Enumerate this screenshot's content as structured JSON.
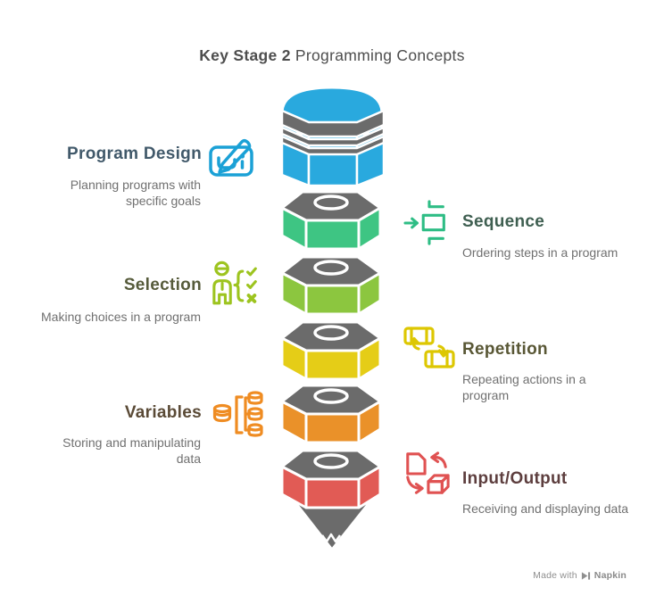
{
  "title": {
    "prefix": "Key Stage 2",
    "suffix": "Programming Concepts",
    "color": "#4d4d4d"
  },
  "pencil": {
    "body_gray": "#6b6b6b",
    "outline": "#ffffff",
    "cap_color": "#29a9de",
    "layer_colors": [
      "#3ec583",
      "#8cc63f",
      "#e5cd17",
      "#ea9129",
      "#e15b55"
    ]
  },
  "sections": [
    {
      "label": "Program Design",
      "description_lines": [
        "Planning programs with",
        "specific goals"
      ],
      "icon": "pen-tablet-icon",
      "icon_color": "#1ba1d6",
      "heading_color": "#41596a",
      "layer_color": "#29a9de"
    },
    {
      "label": "Sequence",
      "description_lines": [
        "Ordering steps in a program"
      ],
      "icon": "sequence-icon",
      "icon_color": "#2ebd85",
      "heading_color": "#3f5f51",
      "layer_color": "#3ec583"
    },
    {
      "label": "Selection",
      "description_lines": [
        "Making choices in a program"
      ],
      "icon": "selection-icon",
      "icon_color": "#9dc41f",
      "heading_color": "#565b3b",
      "layer_color": "#8cc63f"
    },
    {
      "label": "Repetition",
      "description_lines": [
        "Repeating actions in a",
        "program"
      ],
      "icon": "repetition-icon",
      "icon_color": "#ddc702",
      "heading_color": "#595735",
      "layer_color": "#e5cd17"
    },
    {
      "label": "Variables",
      "description_lines": [
        "Storing and manipulating",
        "data"
      ],
      "icon": "variables-icon",
      "icon_color": "#ef8c22",
      "heading_color": "#5a4a36",
      "layer_color": "#ea9129"
    },
    {
      "label": "Input/Output",
      "description_lines": [
        "Receiving and displaying data"
      ],
      "icon": "input-output-icon",
      "icon_color": "#e05252",
      "heading_color": "#5d3e3e",
      "layer_color": "#e15b55"
    }
  ],
  "footer": {
    "made_with": "Made with",
    "brand": "Napkin"
  }
}
